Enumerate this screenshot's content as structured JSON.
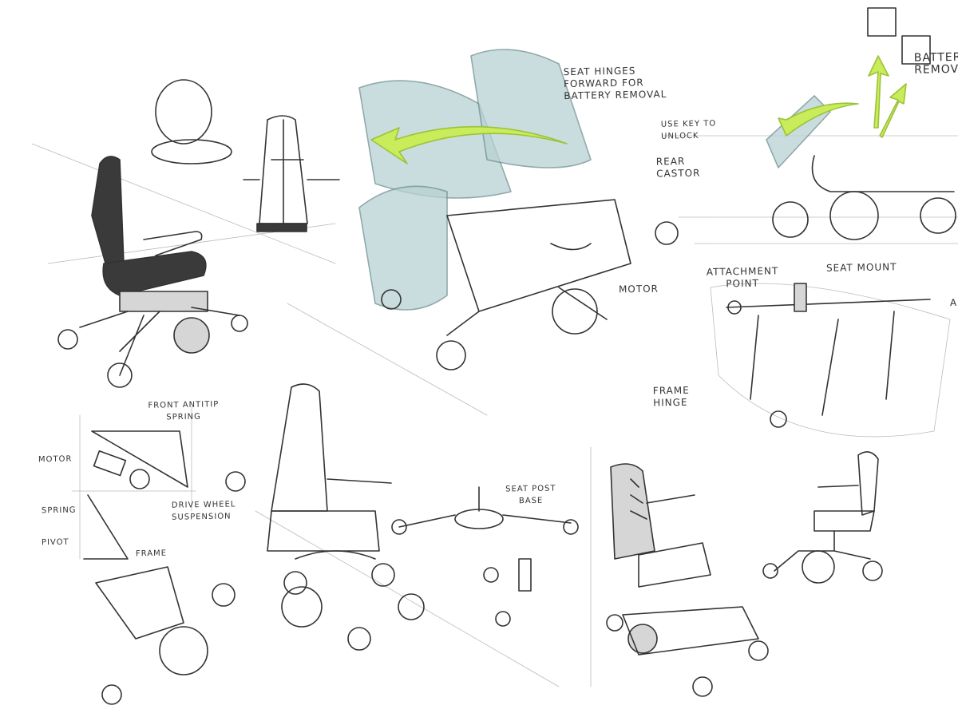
{
  "labels": {
    "seat_hinges": "Seat hinges forward for battery removal",
    "use_key": "Use key to unlock",
    "rear_castor": "Rear castor",
    "battery_removal": "Battery removal",
    "motor_top": "Motor",
    "attachment_point": "Attachment point",
    "seat_mount": "Seat mount",
    "frame_hinge": "Frame hinge",
    "front_antitip": "Front antitip spring",
    "motor_left": "Motor",
    "spring": "Spring",
    "pivot": "Pivot",
    "frame": "Frame",
    "drive_wheel": "Drive wheel suspension",
    "seat_post_base": "Seat post base",
    "edge_letter": "A"
  },
  "colors": {
    "accent_green": "#c8ec5a",
    "seat_teal": "#b9d2d3",
    "ink": "#333333"
  }
}
